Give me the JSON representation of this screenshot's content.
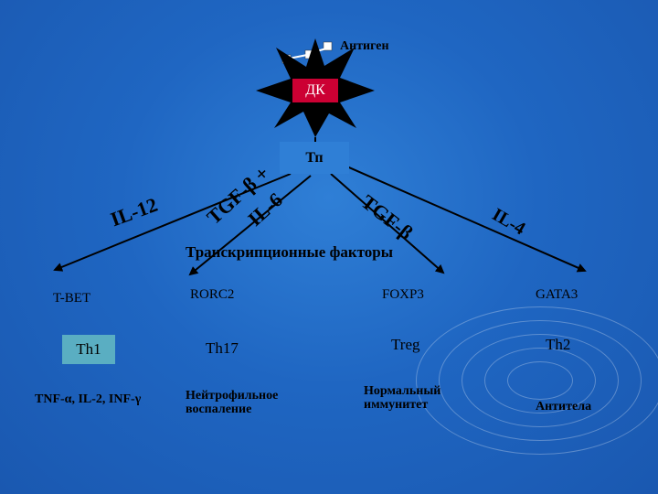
{
  "antigen": "Антиген",
  "dc": "ДК",
  "tn": "Тп",
  "arrow_labels": {
    "il12": "IL-12",
    "tgfb_il6": "TGF-β +",
    "il6": "IL-6",
    "tgfb": "TGF-β",
    "il4": "IL-4"
  },
  "tf_header": "Транскрипционные факторы",
  "columns": [
    {
      "tf": "T-BET",
      "cell": "Th1",
      "effect": "TNF-α, IL-2, INF-γ"
    },
    {
      "tf": "RORC2",
      "cell": "Th17",
      "effect": "Нейтрофильное воспаление"
    },
    {
      "tf": "FOXP3",
      "cell": "Treg",
      "effect": "Нормальный иммунитет"
    },
    {
      "tf": "GATA3",
      "cell": "Th2",
      "effect": "Антитела"
    }
  ],
  "colors": {
    "background": "#1f66c2",
    "box_blue": "#2f7fd6",
    "box_red": "#cc0033",
    "box_th1": "#5aaec2",
    "arrow": "#000000"
  }
}
